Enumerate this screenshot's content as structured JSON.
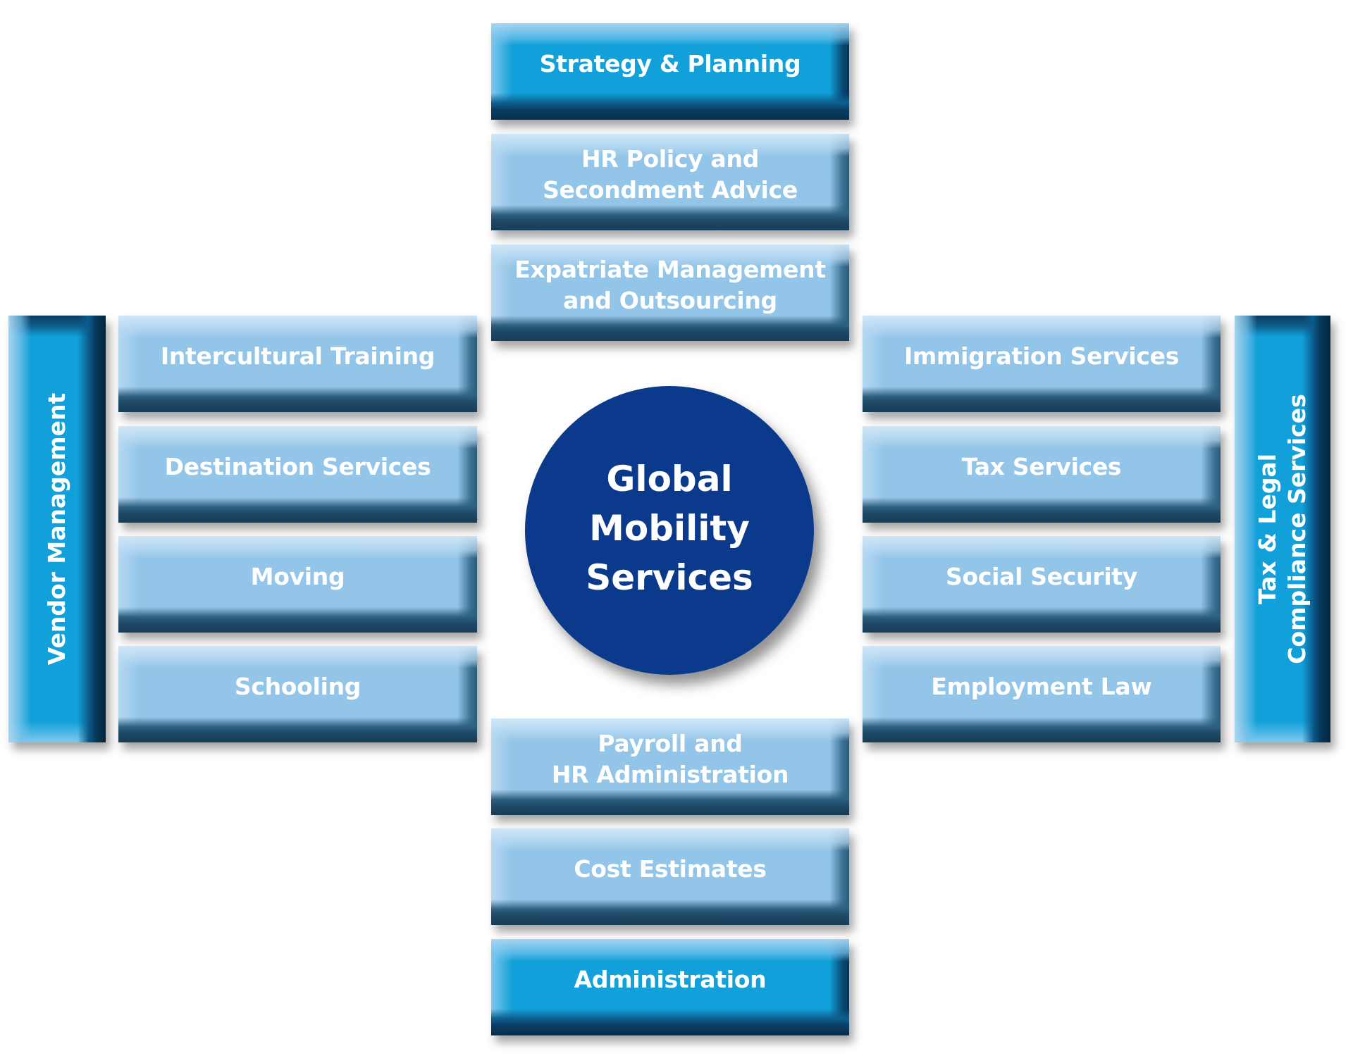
{
  "title": "Global Mobility Services",
  "center": {
    "lines": [
      "Global",
      "Mobility",
      "Services"
    ]
  },
  "top_column": [
    {
      "lines": [
        "Strategy & Planning"
      ],
      "style": "dark"
    },
    {
      "lines": [
        "HR Policy and",
        "Secondment Advice"
      ],
      "style": "light"
    },
    {
      "lines": [
        "Expatriate Management",
        "and Outsourcing"
      ],
      "style": "light"
    }
  ],
  "bottom_column": [
    {
      "lines": [
        "Payroll and",
        "HR Administration"
      ],
      "style": "light"
    },
    {
      "lines": [
        "Cost Estimates"
      ],
      "style": "light"
    },
    {
      "lines": [
        "Administration"
      ],
      "style": "dark"
    }
  ],
  "left_group": {
    "header": "Vendor Management",
    "items": [
      "Intercultural Training",
      "Destination Services",
      "Moving",
      "Schooling"
    ]
  },
  "right_group": {
    "header_lines": [
      "Tax & Legal",
      "Compliance Services"
    ],
    "items": [
      "Immigration Services",
      "Tax Services",
      "Social Security",
      "Employment Law"
    ]
  },
  "colors": {
    "light_box": "#93c5e8",
    "dark_box": "#11a0d9",
    "circle": "#0b3a8c",
    "text": "#ffffff"
  }
}
